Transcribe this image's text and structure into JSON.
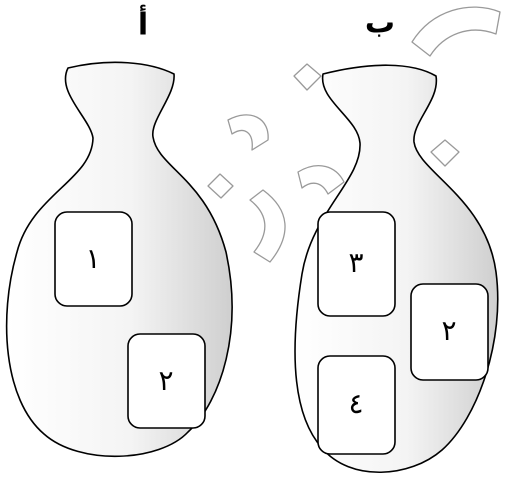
{
  "bags": [
    {
      "id": "a",
      "label": "أ",
      "cards": [
        "١",
        "٢"
      ]
    },
    {
      "id": "b",
      "label": "ب",
      "cards": [
        "٣",
        "٢",
        "٤"
      ]
    }
  ],
  "colors": {
    "bag_fill_light": "#ffffff",
    "bag_fill_shade": "#d0d0d0",
    "outline": "#000000",
    "card_fill": "#ffffff",
    "watermark_fill": "#ffffff",
    "watermark_stroke": "#9a9a9a"
  }
}
